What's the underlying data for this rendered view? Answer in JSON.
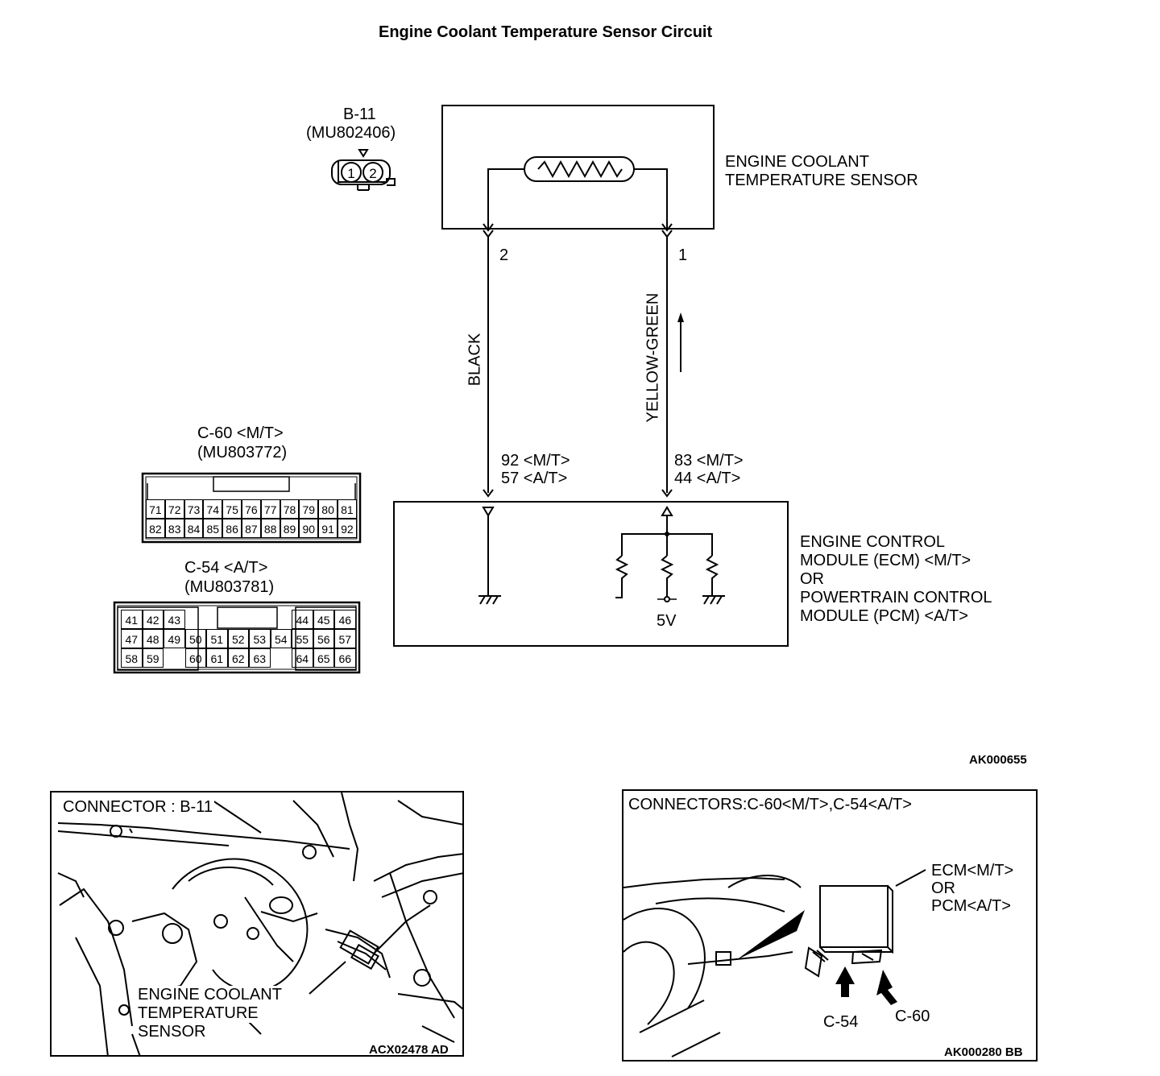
{
  "title": "Engine Coolant Temperature Sensor Circuit",
  "b11_connector": {
    "id": "B-11",
    "part": "(MU802406)",
    "pins": [
      "1",
      "2"
    ]
  },
  "sensor": {
    "line1": "ENGINE COOLANT",
    "line2": "TEMPERATURE SENSOR",
    "pin_left": "2",
    "pin_right": "1"
  },
  "wires": {
    "left": "BLACK",
    "right": "YELLOW-GREEN"
  },
  "ecm_pins": {
    "left_mt": "92 <M/T>",
    "left_at": "57 <A/T>",
    "right_mt": "83 <M/T>",
    "right_at": "44 <A/T>"
  },
  "ecm": {
    "line1": "ENGINE CONTROL",
    "line2": "MODULE (ECM) <M/T>",
    "line3": "OR",
    "line4": "POWERTRAIN CONTROL",
    "line5": "MODULE (PCM) <A/T>",
    "supply": "5V"
  },
  "c60_connector": {
    "id": "C-60 <M/T>",
    "part": "(MU803772)",
    "row1": [
      "71",
      "72",
      "73",
      "74",
      "75",
      "76",
      "77",
      "78",
      "79",
      "80",
      "81"
    ],
    "row2": [
      "82",
      "83",
      "84",
      "85",
      "86",
      "87",
      "88",
      "89",
      "90",
      "91",
      "92"
    ]
  },
  "c54_connector": {
    "id": "C-54 <A/T>",
    "part": "(MU803781)",
    "row1": [
      "41",
      "42",
      "43",
      "",
      "",
      "",
      "",
      "",
      "44",
      "45",
      "46"
    ],
    "row2": [
      "47",
      "48",
      "49",
      "50",
      "51",
      "52",
      "53",
      "54",
      "55",
      "56",
      "57"
    ],
    "row3": [
      "58",
      "59",
      "",
      "60",
      "61",
      "62",
      "63",
      "",
      "64",
      "65",
      "66"
    ]
  },
  "ref_main": "AK000655",
  "panel_left": {
    "caption": "CONNECTOR : B-11",
    "label1": "ENGINE COOLANT",
    "label2": "TEMPERATURE",
    "label3": "SENSOR",
    "ref": "ACX02478 AD"
  },
  "panel_right": {
    "caption": "CONNECTORS:C-60<M/T>,C-54<A/T>",
    "ecm1": "ECM<M/T>",
    "ecm2": "OR",
    "ecm3": "PCM<A/T>",
    "arrow1": "C-54",
    "arrow2": "C-60",
    "ref": "AK000280 BB"
  }
}
